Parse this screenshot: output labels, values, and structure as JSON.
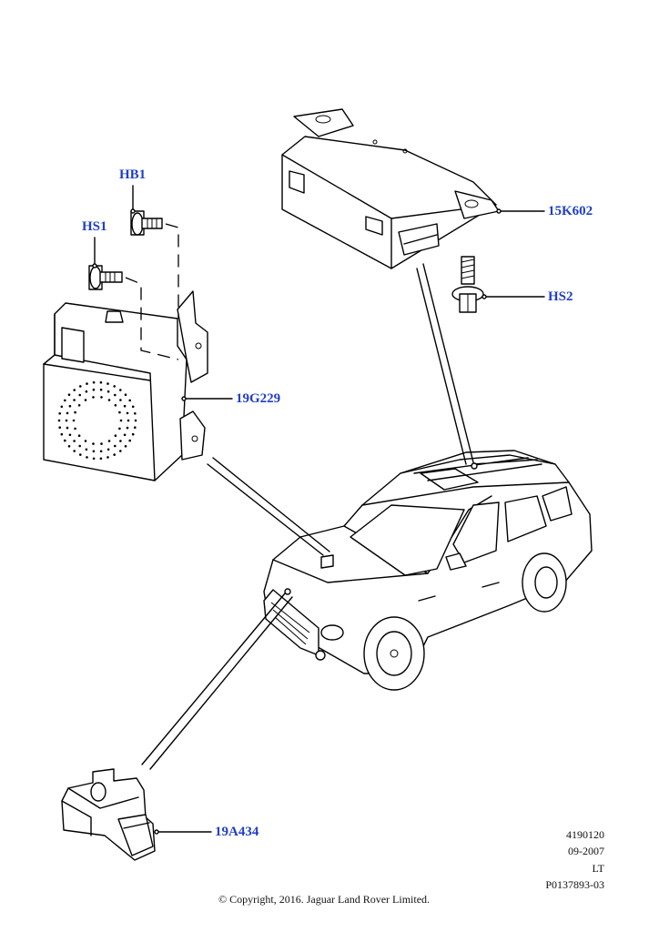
{
  "callouts": {
    "hb1": "HB1",
    "hs1": "HS1",
    "k15602": "15K602",
    "hs2": "HS2",
    "g19229": "19G229",
    "a19434": "19A434"
  },
  "meta": {
    "ref": "4190120",
    "date": "09-2007",
    "region": "LT",
    "part_no": "P0137893-03"
  },
  "copyright": "© Copyright, 2016. Jaguar Land Rover Limited.",
  "colors": {
    "callout": "#1f3fc8",
    "line": "#000000"
  }
}
